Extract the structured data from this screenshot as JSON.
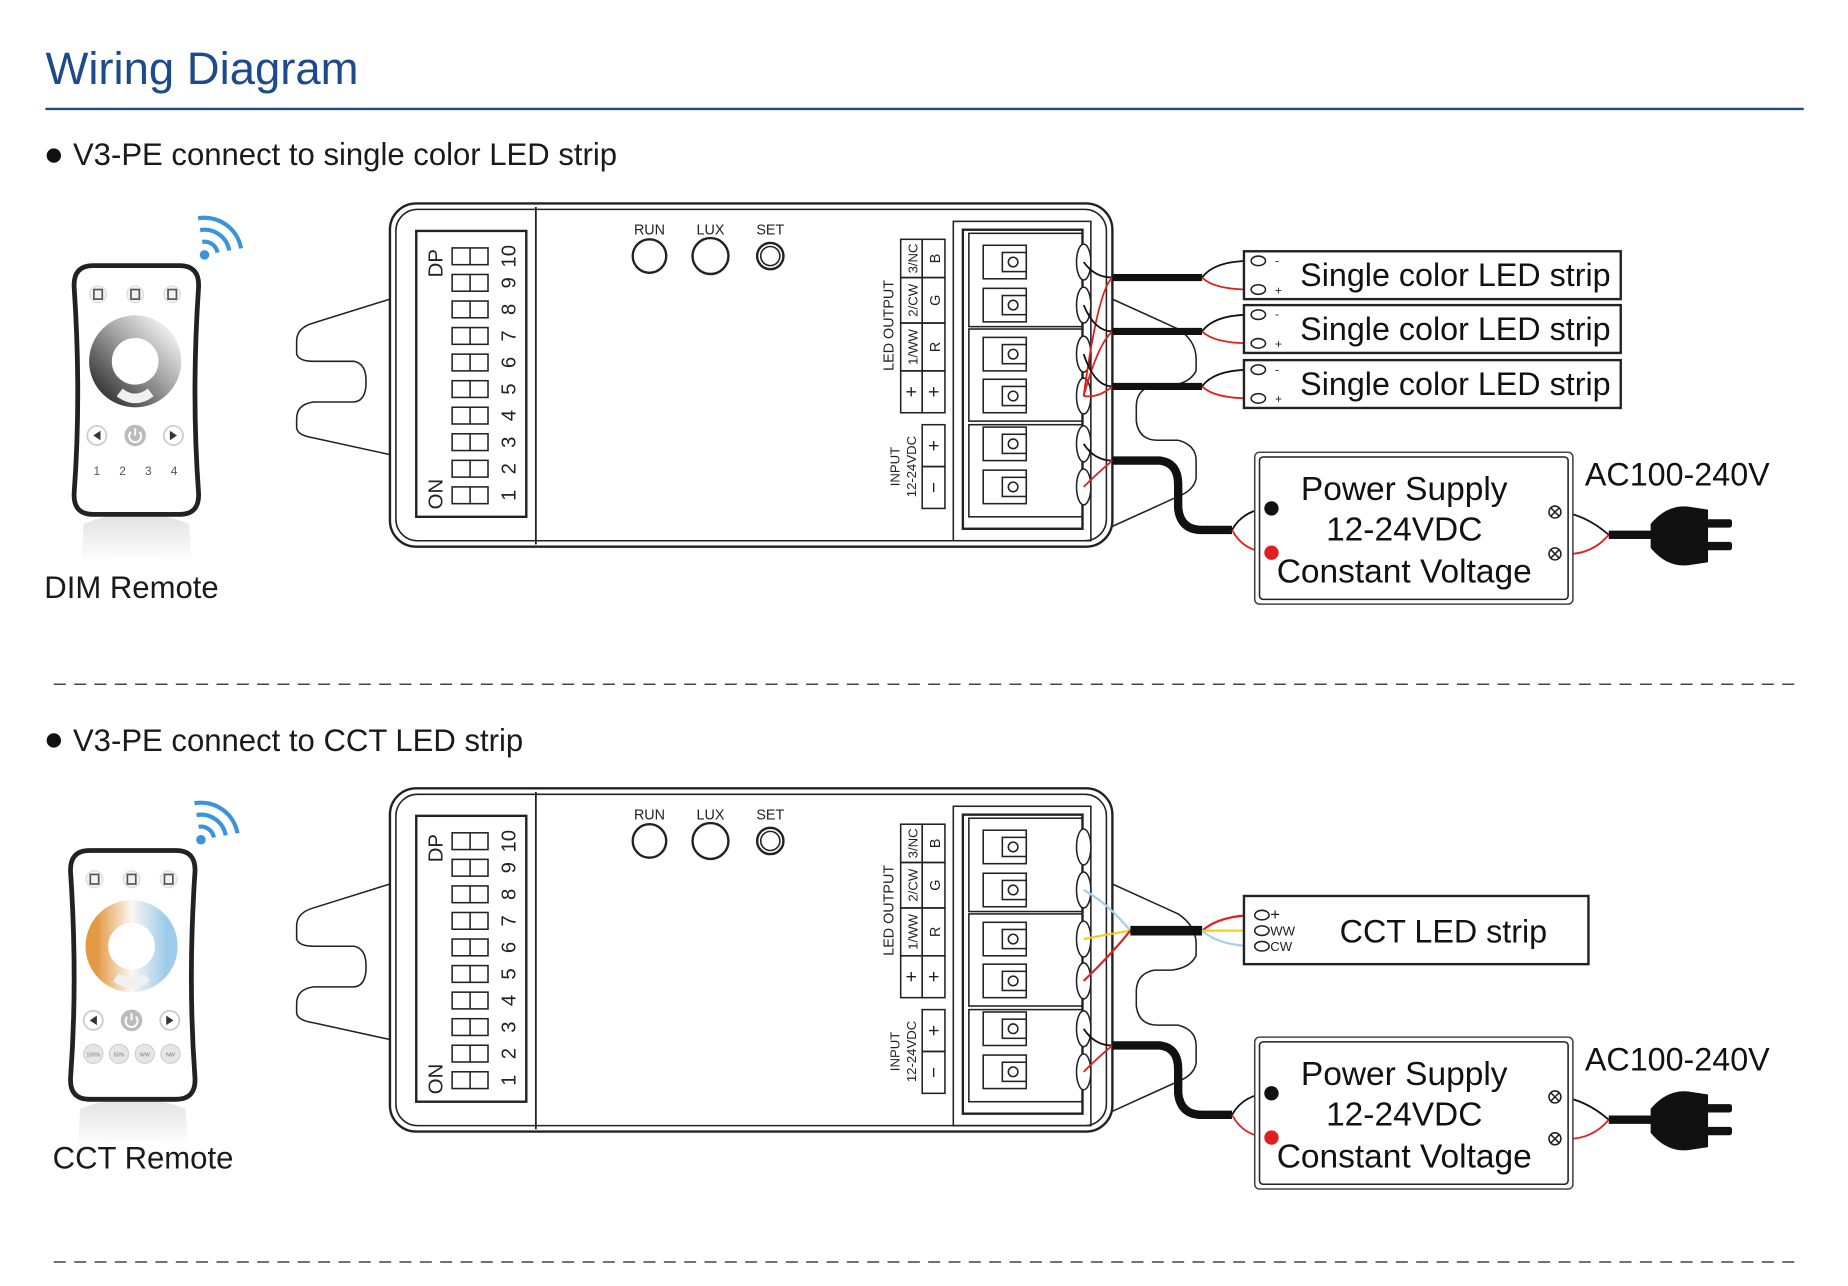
{
  "title": "Wiring Diagram",
  "colors": {
    "title": "#1d4a8c",
    "rule": "#1d4a8c",
    "wifi": "#3a93dc",
    "red_wire": "#e02020",
    "black_wire": "#111111",
    "yellow_wire": "#f5cc1c",
    "blue_wire": "#9fd0ee"
  },
  "controller": {
    "buttons": [
      "RUN",
      "LUX",
      "SET"
    ],
    "dip": {
      "top_label": "DP",
      "bottom_label": "ON",
      "numbers": [
        "1",
        "2",
        "3",
        "4",
        "5",
        "6",
        "7",
        "8",
        "9",
        "10"
      ]
    },
    "output_label": "LED OUTPUT",
    "output_cells": [
      [
        "3/NC",
        "B"
      ],
      [
        "2/CW",
        "G"
      ],
      [
        "1/WW",
        "R"
      ],
      [
        "+",
        "+"
      ]
    ],
    "input_label": "INPUT",
    "input_voltage": "12-24VDC",
    "input_cells": [
      "+",
      "−"
    ]
  },
  "power_supply": {
    "lines": [
      "Power Supply",
      "12-24VDC",
      "Constant Voltage"
    ],
    "ac_label": "AC100-240V"
  },
  "sections": [
    {
      "heading": "V3-PE connect to single color LED strip",
      "remote_label": "DIM Remote",
      "remote_buttons": [
        "1",
        "2",
        "3",
        "4"
      ],
      "strips": [
        "Single color LED strip",
        "Single color LED strip",
        "Single color LED strip"
      ],
      "strip_pins": [
        "-",
        "+"
      ]
    },
    {
      "heading": "V3-PE connect to CCT LED strip",
      "remote_label": "CCT Remote",
      "remote_buttons": [
        "100%",
        "50%",
        "WW",
        "NW"
      ],
      "strips": [
        "CCT LED strip"
      ],
      "strip_pins": [
        "+",
        "WW",
        "CW"
      ]
    }
  ]
}
